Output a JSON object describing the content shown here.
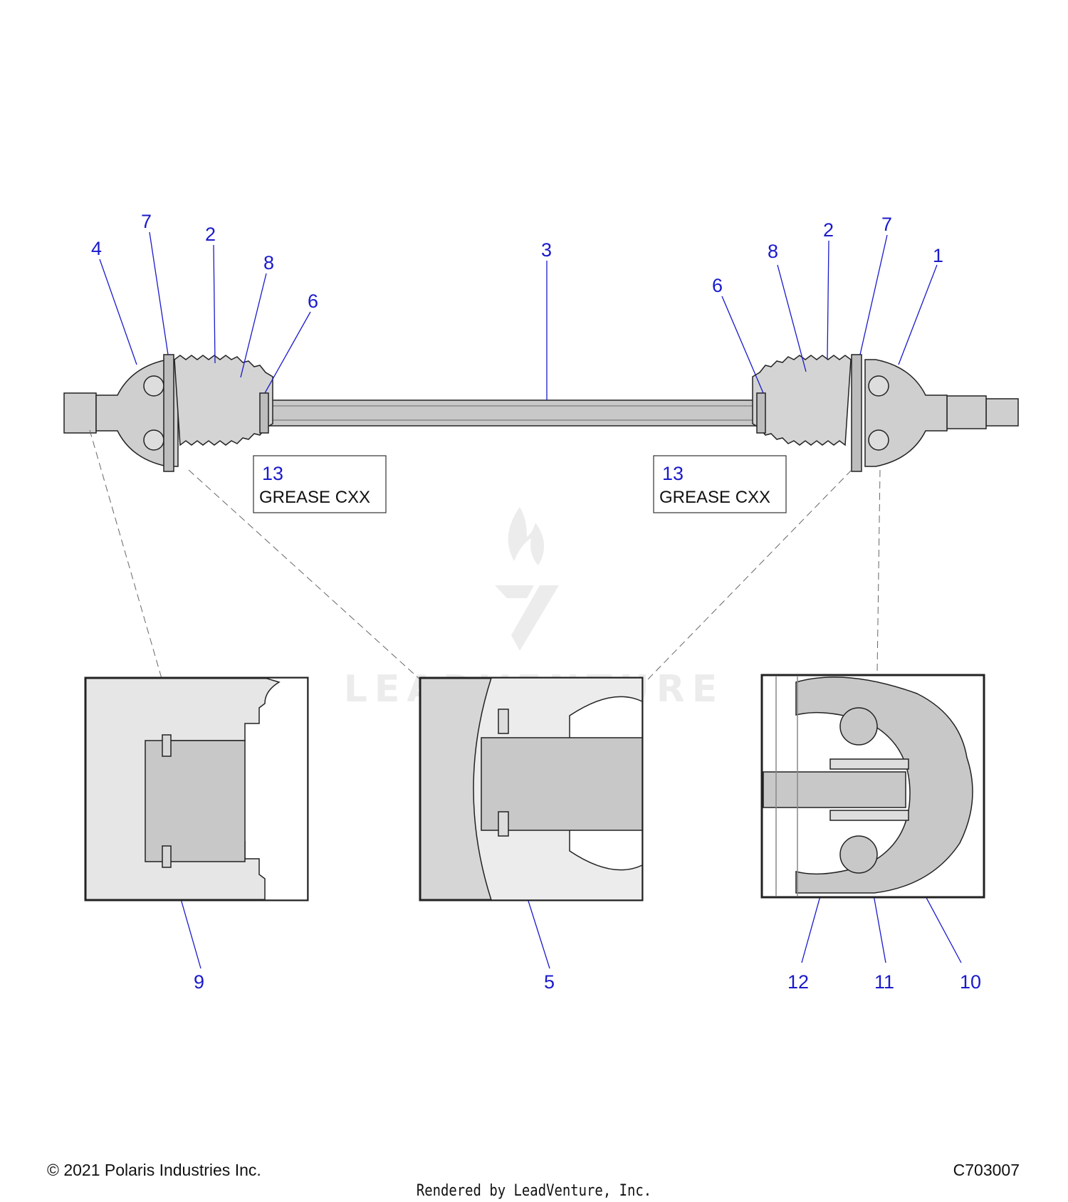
{
  "callouts": {
    "c4": "4",
    "c7l": "7",
    "c2l": "2",
    "c8l": "8",
    "c6l": "6",
    "c3": "3",
    "c6r": "6",
    "c8r": "8",
    "c2r": "2",
    "c7r": "7",
    "c1": "1",
    "c9": "9",
    "c5": "5",
    "c12": "12",
    "c11": "11",
    "c10": "10"
  },
  "notes": {
    "left": {
      "id": "13",
      "text": "GREASE CXX"
    },
    "right": {
      "id": "13",
      "text": "GREASE CXX"
    }
  },
  "watermark": {
    "text": "LEADVENTURE"
  },
  "footer": {
    "copyright": "© 2021 Polaris Industries Inc.",
    "code": "C703007",
    "rendered": "Rendered by LeadVenture, Inc."
  },
  "colors": {
    "callout": "#1a1acc",
    "part_fill": "#c8c8c8",
    "line": "#222222"
  }
}
